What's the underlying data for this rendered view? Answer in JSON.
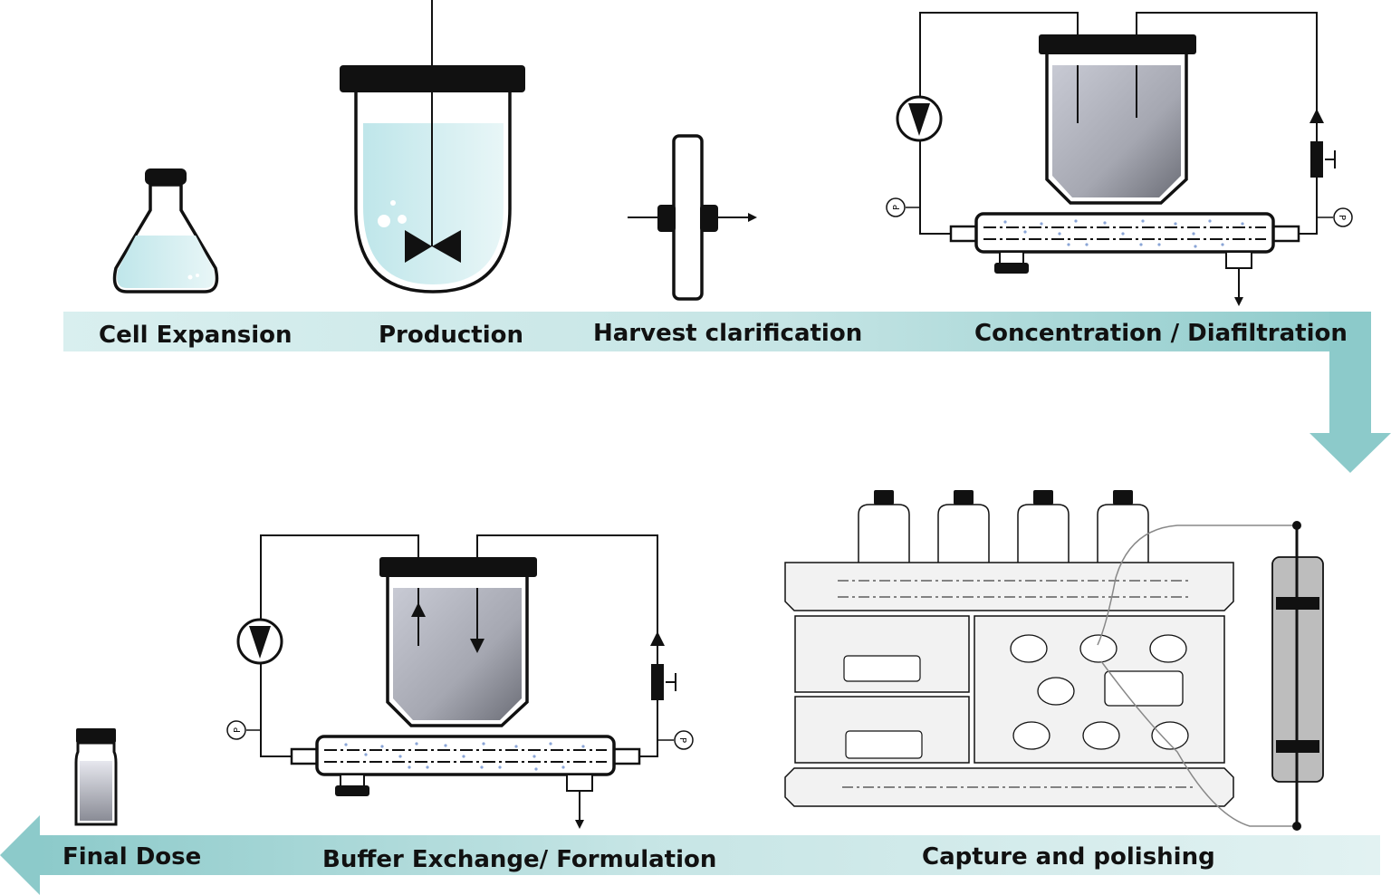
{
  "stages": {
    "cell_expansion": "Cell Expansion",
    "production": "Production",
    "harvest_clarification": "Harvest clarification",
    "concentration_diafiltration": "Concentration / Diafiltration",
    "capture_polishing": "Capture and polishing",
    "buffer_exchange_formulation": "Buffer Exchange/ Formulation",
    "final_dose": "Final Dose"
  },
  "pressure_gauge_label": "P",
  "colors": {
    "flow_arrow": "#8ccaca",
    "liquid": "#cdebed",
    "tank_fill": "#a5a7b1",
    "particles": "#8aa5d6",
    "equipment_fill": "#f2f2f2",
    "column_fill": "#bdbdbd"
  },
  "icons": [
    "flask-icon",
    "bioreactor-icon",
    "depth-filter-icon",
    "tff-system-icon",
    "chromatography-system-icon",
    "vial-icon",
    "pump-icon",
    "pressure-gauge-icon",
    "valve-icon"
  ]
}
